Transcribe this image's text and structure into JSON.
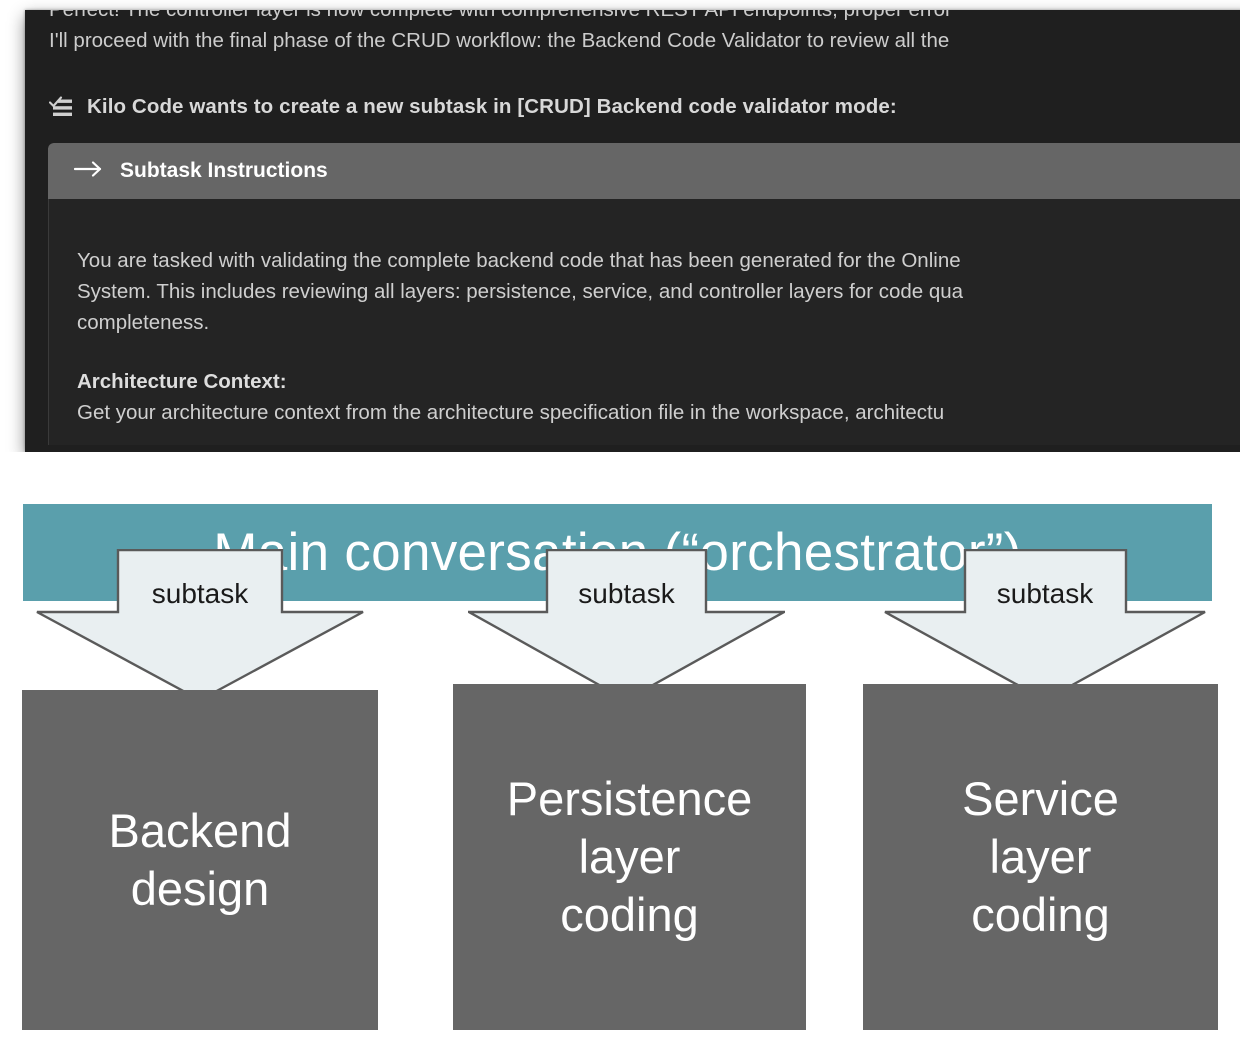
{
  "chat": {
    "messages": [
      "Perfect! The controller layer is now complete with comprehensive REST API endpoints, proper error",
      "I'll proceed with the final phase of the CRUD workflow: the Backend Code Validator to review all the"
    ],
    "subtask_request": {
      "icon": "checklist-icon",
      "label": "Kilo Code wants to create a new subtask in [CRUD] Backend code validator mode:"
    },
    "instructions_card": {
      "icon": "arrow-right-icon",
      "title": "Subtask Instructions",
      "paragraphs": [
        "You are tasked with validating the complete backend code that has been generated for the Online",
        "System. This includes reviewing all layers: persistence, service, and controller layers for code qua",
        "completeness."
      ],
      "section_heading": "Architecture Context:",
      "section_body": "Get your architecture context from the architecture specification file in the workspace, architectu"
    }
  },
  "diagram": {
    "banner_label": "Main conversation (“orchestrator”)",
    "banner_color": "#5A9FAC",
    "box_color": "#666666",
    "arrow_fill": "#E9EFF1",
    "arrow_stroke": "#5A5A5A",
    "branches": [
      {
        "arrow_label": "subtask",
        "box_label": "Backend\ndesign"
      },
      {
        "arrow_label": "subtask",
        "box_label": "Persistence\nlayer\ncoding"
      },
      {
        "arrow_label": "subtask",
        "box_label": "Service\nlayer\ncoding"
      }
    ]
  }
}
